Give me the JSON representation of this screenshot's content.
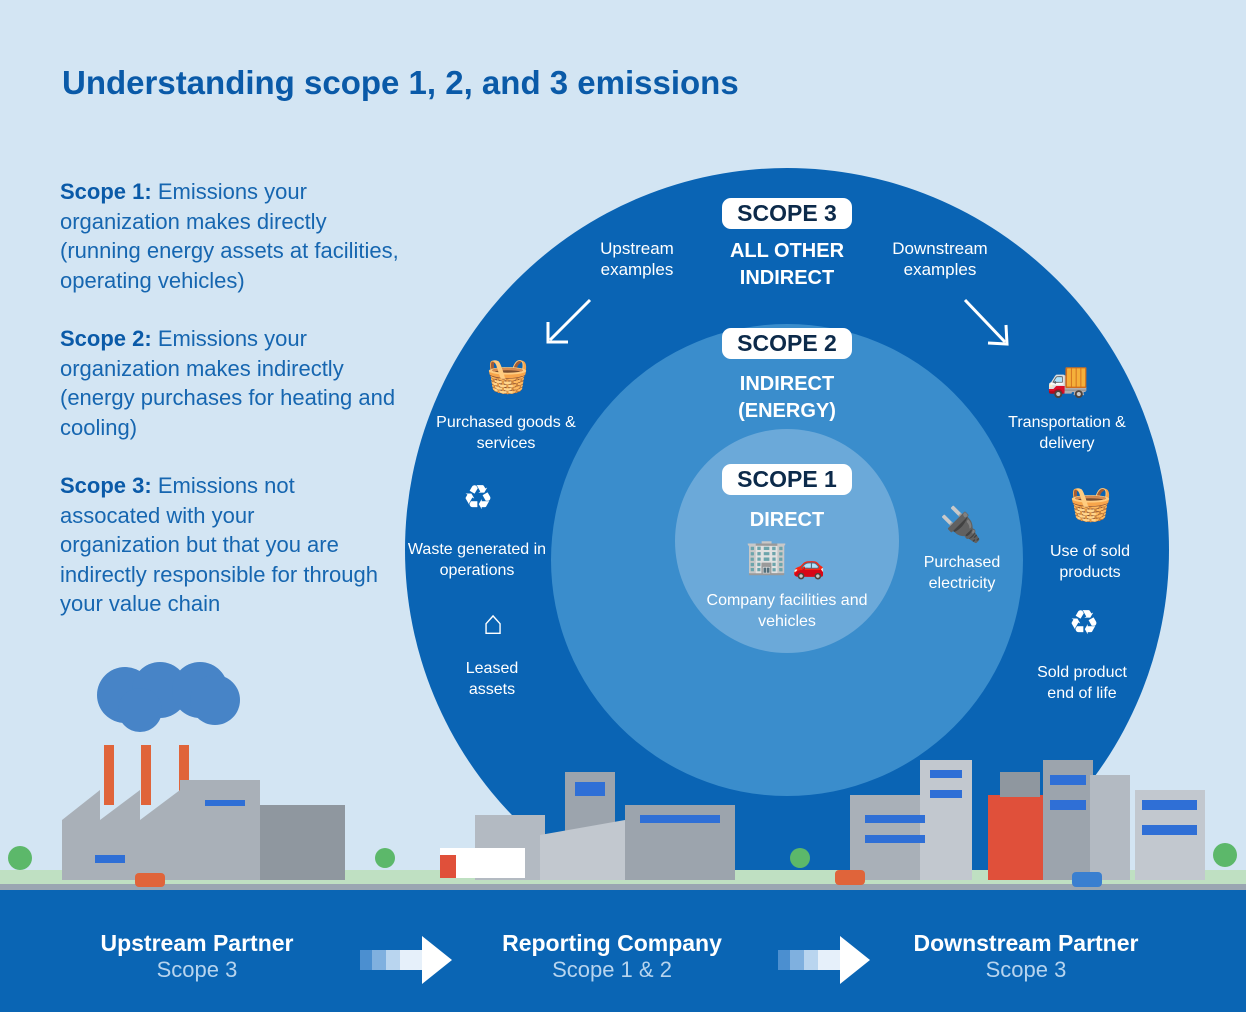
{
  "title": "Understanding scope 1, 2, and 3 emissions",
  "definitions": [
    {
      "label": "Scope 1:",
      "text": " Emissions your organization makes directly (running energy assets at facilities, operating vehicles)"
    },
    {
      "label": "Scope 2:",
      "text": " Emissions your organization makes indirectly (energy purchases for heating and cooling)"
    },
    {
      "label": "Scope 3:",
      "text": " Emissions not assocated with your organization but that you are indirectly responsible for through your value chain"
    }
  ],
  "scope3": {
    "badge": "SCOPE 3",
    "line1": "ALL OTHER",
    "line2": "INDIRECT",
    "upstream": "Upstream examples",
    "downstream": "Downstream examples",
    "upstream_items": [
      "Purchased goods & services",
      "Waste generated in operations",
      "Leased assets"
    ],
    "downstream_items": [
      "Transportation & delivery",
      "Use of sold products",
      "Sold product end of life"
    ]
  },
  "scope2": {
    "badge": "SCOPE 2",
    "line1": "INDIRECT",
    "line2": "(ENERGY)",
    "item": "Purchased electricity"
  },
  "scope1": {
    "badge": "SCOPE 1",
    "line1": "DIRECT",
    "item": "Company facilities and vehicles"
  },
  "chain": [
    {
      "name": "Upstream Partner",
      "scope": "Scope 3"
    },
    {
      "name": "Reporting Company",
      "scope": "Scope 1 & 2"
    },
    {
      "name": "Downstream Partner",
      "scope": "Scope 3"
    }
  ],
  "colors": {
    "outer": "#0a64b4",
    "middle": "#3a8dcc",
    "inner": "#6ba9d9",
    "band": "#0a65b4"
  }
}
